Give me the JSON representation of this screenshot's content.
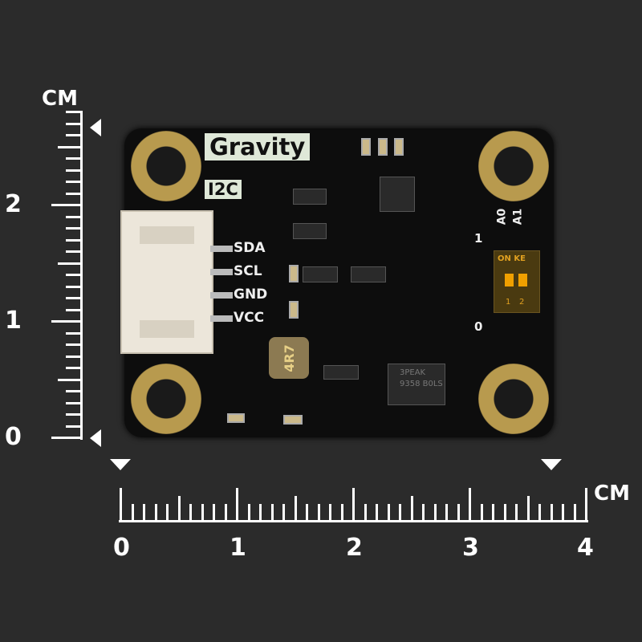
{
  "vertical_ruler": {
    "unit": "CM",
    "labels": [
      "0",
      "1",
      "2"
    ]
  },
  "horizontal_ruler": {
    "unit": "CM",
    "labels": [
      "0",
      "1",
      "2",
      "3",
      "4"
    ]
  },
  "board": {
    "brand": "Gravity",
    "interface": "I2C",
    "pins": [
      "SDA",
      "SCL",
      "GND",
      "VCC"
    ],
    "switch": {
      "top_label": "ON KE",
      "positions": [
        "1",
        "2"
      ],
      "addr_labels": [
        "A0",
        "A1"
      ],
      "side_high": "1",
      "side_low": "0"
    },
    "inductor": "4R7",
    "ic_marking": "3PEAK 9358 B0LS"
  }
}
